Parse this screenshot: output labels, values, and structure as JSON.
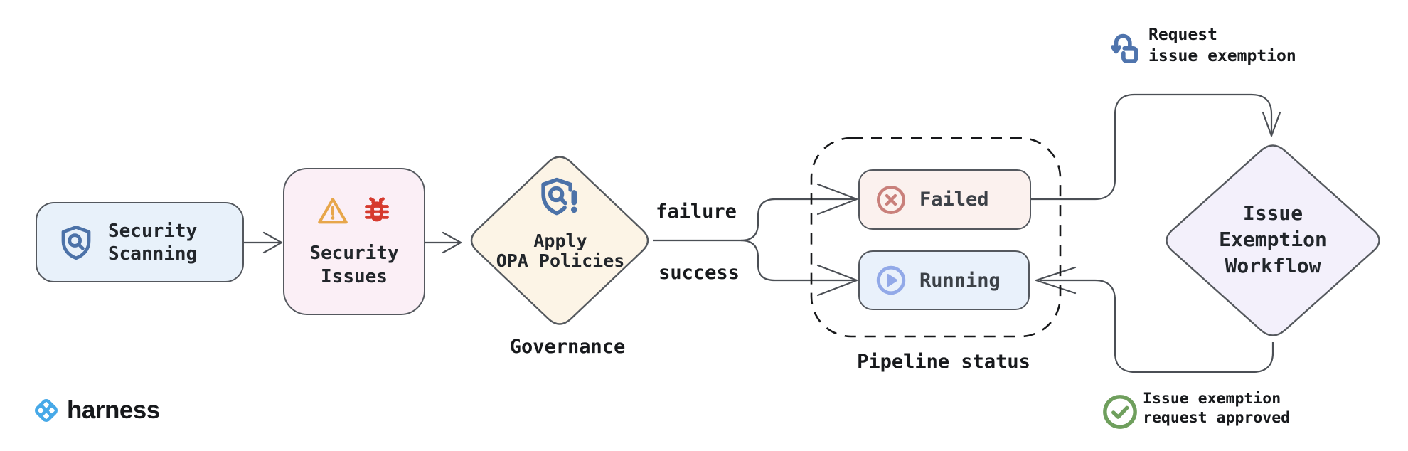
{
  "diagram": {
    "nodes": {
      "security_scanning": {
        "label": "Security\nScanning",
        "icon": "shield-search-icon",
        "bg": "#e8f1fa"
      },
      "security_issues": {
        "label": "Security\nIssues",
        "icons": [
          "warning-triangle-icon",
          "bug-icon"
        ],
        "bg": "#fbeff6"
      },
      "apply_opa": {
        "label": "Apply\nOPA Policies",
        "icon": "shield-policy-alert-icon",
        "bg": "#fcf4e6"
      },
      "failed": {
        "label": "Failed",
        "icon": "circle-x-icon",
        "bg": "#fbf1ee"
      },
      "running": {
        "label": "Running",
        "icon": "circle-play-icon",
        "bg": "#e9f1fb"
      },
      "issue_exemption_workflow": {
        "label": "Issue\nExemption\nWorkflow",
        "bg": "#f3f0fb"
      }
    },
    "edge_labels": {
      "failure": "failure",
      "success": "success"
    },
    "captions": {
      "governance": "Governance",
      "pipeline_status": "Pipeline status",
      "request_exemption": "Request\nissue exemption",
      "exemption_approved": "Issue exemption\nrequest approved"
    },
    "colors": {
      "edge": "#4b4f55",
      "dashed_border": "#17181a",
      "blue_icon": "#4c72a8",
      "periwinkle_icon": "#92a9e8",
      "muted_red_icon": "#c9807b",
      "warning_orange": "#e7a64a",
      "bug_red": "#d63a2e",
      "check_green": "#6f9f5d",
      "brand_blue": "#47a9e8"
    }
  },
  "footer": {
    "brand": "harness"
  }
}
